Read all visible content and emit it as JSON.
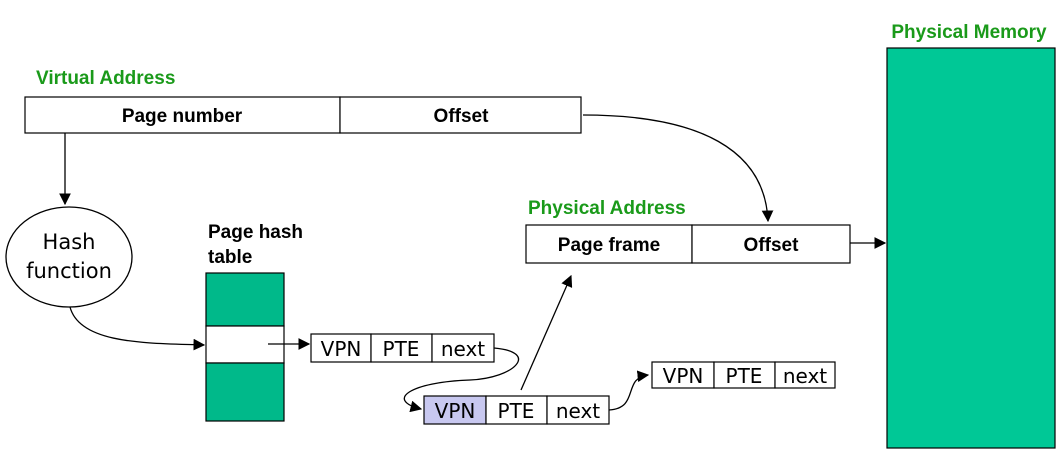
{
  "colors": {
    "label_green": "#1a9a1a",
    "memory_fill": "#00c896",
    "hash_table_fill": "#00b98a",
    "vpn_highlight": "#c8c8f0"
  },
  "virtual_address": {
    "title": "Virtual Address",
    "page_number": "Page number",
    "offset": "Offset"
  },
  "hash_function": {
    "line1": "Hash",
    "line2": "function"
  },
  "page_hash_table": {
    "line1": "Page hash",
    "line2": "table"
  },
  "physical_address": {
    "title": "Physical Address",
    "page_frame": "Page frame",
    "offset": "Offset"
  },
  "physical_memory": {
    "title": "Physical Memory"
  },
  "entries": [
    {
      "vpn": "VPN",
      "pte": "PTE",
      "next": "next",
      "highlighted": false
    },
    {
      "vpn": "VPN",
      "pte": "PTE",
      "next": "next",
      "highlighted": true
    },
    {
      "vpn": "VPN",
      "pte": "PTE",
      "next": "next",
      "highlighted": false
    }
  ]
}
